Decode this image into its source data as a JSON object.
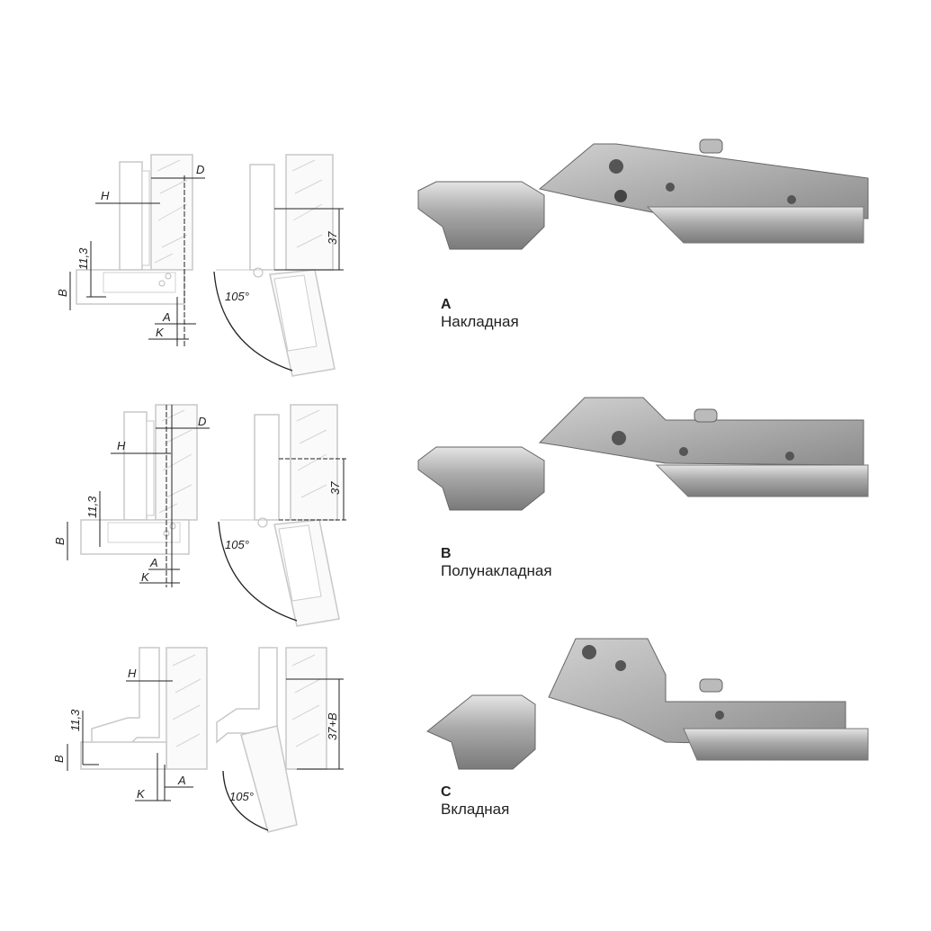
{
  "variants": [
    {
      "letter": "A",
      "name": "Накладная",
      "dims": {
        "D": "D",
        "H": "H",
        "h113": "11,3",
        "B": "B",
        "A": "A",
        "K": "K",
        "depth": "37",
        "angle": "105°"
      }
    },
    {
      "letter": "B",
      "name": "Полунакладная",
      "dims": {
        "D": "D",
        "H": "H",
        "h113": "11,3",
        "B": "B",
        "A": "A",
        "K": "K",
        "depth": "37",
        "angle": "105°"
      }
    },
    {
      "letter": "C",
      "name": "Вкладная",
      "dims": {
        "H": "H",
        "h113": "11,3",
        "B": "B",
        "A": "A",
        "K": "K",
        "depth": "37+B",
        "angle": "105°"
      }
    }
  ],
  "colors": {
    "line": "#cfcfcf",
    "dim": "#222222",
    "metal": "#a8a8a8"
  }
}
